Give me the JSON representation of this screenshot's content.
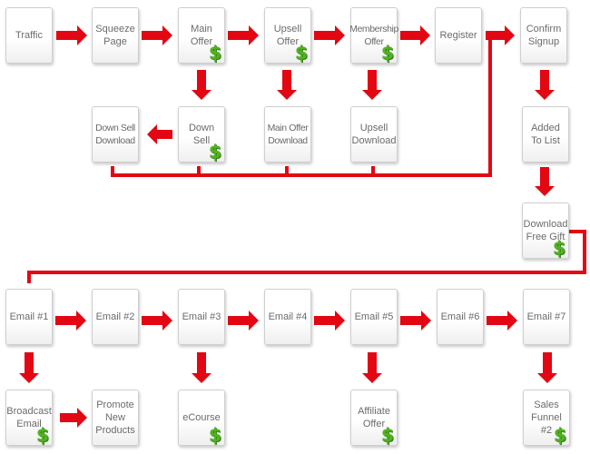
{
  "colors": {
    "arrow": "#e30613",
    "connector": "#e30613",
    "dollar": "#4fb31f",
    "text": "#6b6b6b"
  },
  "money_icon": {
    "name": "dollar-sign-icon",
    "glyph": "$"
  },
  "nodes": [
    {
      "id": "traffic",
      "label": "Traffic",
      "money": false
    },
    {
      "id": "squeeze-page",
      "label": "Squeeze\nPage",
      "money": false
    },
    {
      "id": "main-offer",
      "label": "Main\nOffer",
      "money": true
    },
    {
      "id": "upsell-offer",
      "label": "Upsell\nOffer",
      "money": true
    },
    {
      "id": "membership-offer",
      "label": "Membership\nOffer",
      "money": true
    },
    {
      "id": "register",
      "label": "Register",
      "money": false
    },
    {
      "id": "confirm-signup",
      "label": "Confirm\nSignup",
      "money": false
    },
    {
      "id": "down-sell-download",
      "label": "Down Sell\nDownload",
      "money": false
    },
    {
      "id": "down-sell",
      "label": "Down\nSell",
      "money": true
    },
    {
      "id": "main-offer-download",
      "label": "Main Offer\nDownload",
      "money": false
    },
    {
      "id": "upsell-download",
      "label": "Upsell\nDownload",
      "money": false
    },
    {
      "id": "added-to-list",
      "label": "Added\nTo List",
      "money": false
    },
    {
      "id": "download-free-gift",
      "label": "Download\nFree Gift",
      "money": true
    },
    {
      "id": "email-1",
      "label": "Email #1",
      "money": false
    },
    {
      "id": "email-2",
      "label": "Email #2",
      "money": false
    },
    {
      "id": "email-3",
      "label": "Email #3",
      "money": false
    },
    {
      "id": "email-4",
      "label": "Email #4",
      "money": false
    },
    {
      "id": "email-5",
      "label": "Email #5",
      "money": false
    },
    {
      "id": "email-6",
      "label": "Email #6",
      "money": false
    },
    {
      "id": "email-7",
      "label": "Email #7",
      "money": false
    },
    {
      "id": "broadcast-email",
      "label": "Broadcast\nEmail",
      "money": true
    },
    {
      "id": "promote-new-products",
      "label": "Promote\nNew\nProducts",
      "money": false
    },
    {
      "id": "ecourse",
      "label": "eCourse",
      "money": true
    },
    {
      "id": "affiliate-offer",
      "label": "Affiliate\nOffer",
      "money": true
    },
    {
      "id": "sales-funnel-2",
      "label": "Sales\nFunnel\n#2",
      "money": true
    }
  ],
  "edges": [
    {
      "from": "traffic",
      "to": "squeeze-page"
    },
    {
      "from": "squeeze-page",
      "to": "main-offer"
    },
    {
      "from": "main-offer",
      "to": "upsell-offer"
    },
    {
      "from": "upsell-offer",
      "to": "membership-offer"
    },
    {
      "from": "membership-offer",
      "to": "register"
    },
    {
      "from": "register",
      "to": "confirm-signup"
    },
    {
      "from": "main-offer",
      "to": "down-sell"
    },
    {
      "from": "upsell-offer",
      "to": "main-offer-download"
    },
    {
      "from": "membership-offer",
      "to": "upsell-download"
    },
    {
      "from": "down-sell",
      "to": "down-sell-download"
    },
    {
      "from": "confirm-signup",
      "to": "added-to-list"
    },
    {
      "from": "added-to-list",
      "to": "download-free-gift"
    },
    {
      "from": "download-free-gift",
      "to": "email-1"
    },
    {
      "from": "email-1",
      "to": "email-2"
    },
    {
      "from": "email-2",
      "to": "email-3"
    },
    {
      "from": "email-3",
      "to": "email-4"
    },
    {
      "from": "email-4",
      "to": "email-5"
    },
    {
      "from": "email-5",
      "to": "email-6"
    },
    {
      "from": "email-6",
      "to": "email-7"
    },
    {
      "from": "email-1",
      "to": "broadcast-email"
    },
    {
      "from": "broadcast-email",
      "to": "promote-new-products"
    },
    {
      "from": "email-3",
      "to": "ecourse"
    },
    {
      "from": "email-5",
      "to": "affiliate-offer"
    },
    {
      "from": "email-7",
      "to": "sales-funnel-2"
    }
  ]
}
